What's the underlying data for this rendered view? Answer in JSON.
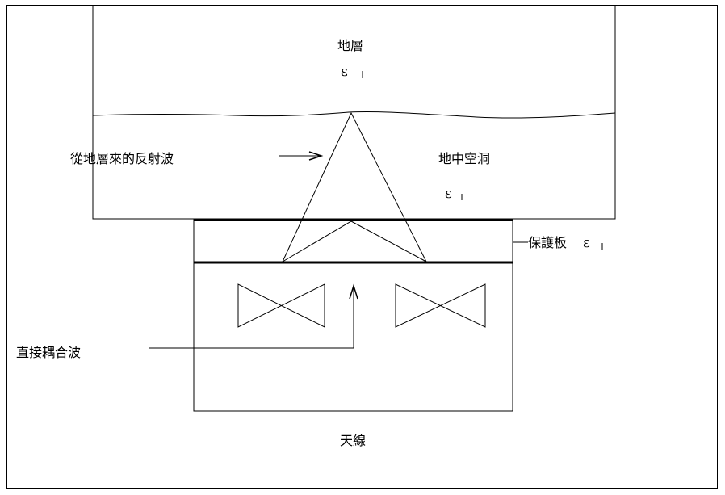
{
  "labels": {
    "stratum": "地層",
    "stratum_epsilon": "ε",
    "reflected_wave": "從地層來的反射波",
    "cavity": "地中空洞",
    "cavity_epsilon": "ε",
    "protective_plate": "保護板",
    "protective_plate_epsilon": "ε",
    "direct_coupling_wave": "直接耦合波",
    "antenna": "天線"
  },
  "colors": {
    "stroke": "#000000",
    "background": "#ffffff"
  }
}
